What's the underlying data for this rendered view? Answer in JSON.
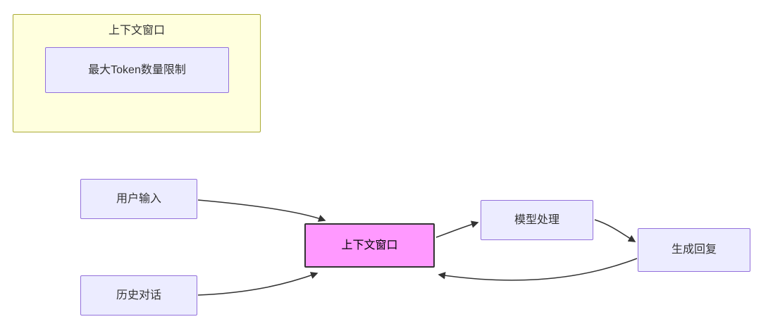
{
  "diagram": {
    "subgraph": {
      "title": "上下文窗口",
      "inner_node": {
        "label": "最大Token数量限制"
      }
    },
    "nodes": {
      "user_input": {
        "label": "用户输入"
      },
      "history": {
        "label": "历史对话"
      },
      "context_window": {
        "label": "上下文窗口"
      },
      "model_process": {
        "label": "模型处理"
      },
      "reply": {
        "label": "生成回复"
      }
    },
    "edges": [
      {
        "from": "user_input",
        "to": "context_window"
      },
      {
        "from": "history",
        "to": "context_window"
      },
      {
        "from": "context_window",
        "to": "model_process"
      },
      {
        "from": "model_process",
        "to": "reply"
      },
      {
        "from": "reply",
        "to": "context_window"
      }
    ],
    "colors": {
      "node_fill": "#ECECFF",
      "node_border": "#9370DB",
      "subgraph_fill": "#FFFFDE",
      "subgraph_border": "#AAAA33",
      "highlight_fill": "#FF99FF",
      "highlight_border": "#333333",
      "edge": "#333333",
      "background": "#FFFFFF"
    }
  }
}
